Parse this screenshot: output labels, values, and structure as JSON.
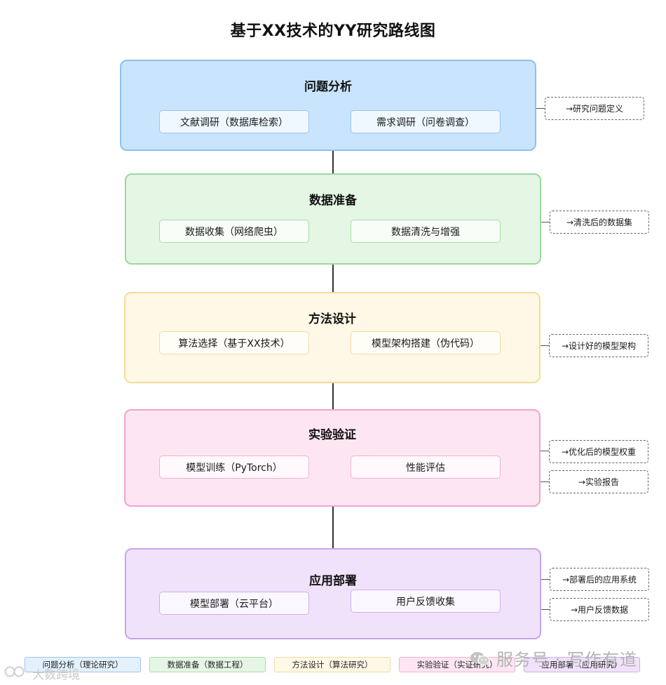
{
  "title": "基于XX技术的YY研究路线图",
  "stages": [
    {
      "title": "问题分析",
      "items": [
        "文献调研（数据库检索）",
        "需求调研（问卷调查）"
      ],
      "outputs": [
        "→研究问题定义"
      ]
    },
    {
      "title": "数据准备",
      "items": [
        "数据收集（网络爬虫）",
        "数据清洗与增强"
      ],
      "outputs": [
        "→清洗后的数据集"
      ]
    },
    {
      "title": "方法设计",
      "items": [
        "算法选择（基于XX技术）",
        "模型架构搭建（伪代码）"
      ],
      "outputs": [
        "→设计好的模型架构"
      ]
    },
    {
      "title": "实验验证",
      "items": [
        "模型训练（PyTorch）",
        "性能评估"
      ],
      "outputs": [
        "→优化后的模型权重",
        "→实验报告"
      ]
    },
    {
      "title": "应用部署",
      "items": [
        "模型部署（云平台）",
        "用户反馈收集"
      ],
      "outputs": [
        "→部署后的应用系统",
        "→用户反馈数据"
      ]
    }
  ],
  "legend": [
    "问题分析（理论研究）",
    "数据准备（数据工程）",
    "方法设计（算法研究）",
    "实验验证（实证研究）",
    "应用部署（应用研究）"
  ],
  "colors": {
    "stage1_fill": "#c9e4fd",
    "stage1_border": "#8fc0ee",
    "stage2_fill": "#e4f6e4",
    "stage2_border": "#9dd79d",
    "stage3_fill": "#fff8e6",
    "stage3_border": "#f4dc98",
    "stage4_fill": "#fde6f2",
    "stage4_border": "#efa3cf",
    "stage5_fill": "#f1e2fb",
    "stage5_border": "#c9a4e6"
  },
  "watermark": {
    "main": "服务号 · 写作有道",
    "corner": "大数跨境"
  }
}
